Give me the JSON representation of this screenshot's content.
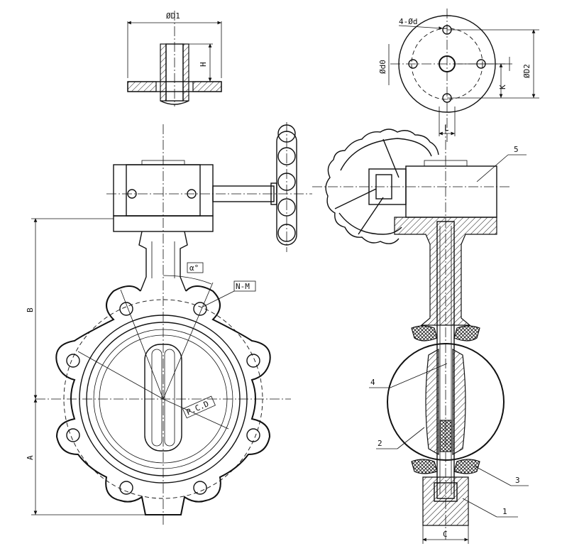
{
  "dimensions": {
    "d1": "ØD1",
    "h": "H",
    "n_holes": "4-Ød",
    "d0": "Ød0",
    "d2": "ØD2",
    "k": "K",
    "l": "L",
    "b": "B",
    "a": "A",
    "c": "C",
    "alpha": "α°",
    "nm": "N-M",
    "pcd": "P.C.D"
  },
  "parts": [
    "1",
    "2",
    "3",
    "4",
    "5"
  ],
  "colors": {
    "line": "#111111",
    "background": "#ffffff"
  }
}
